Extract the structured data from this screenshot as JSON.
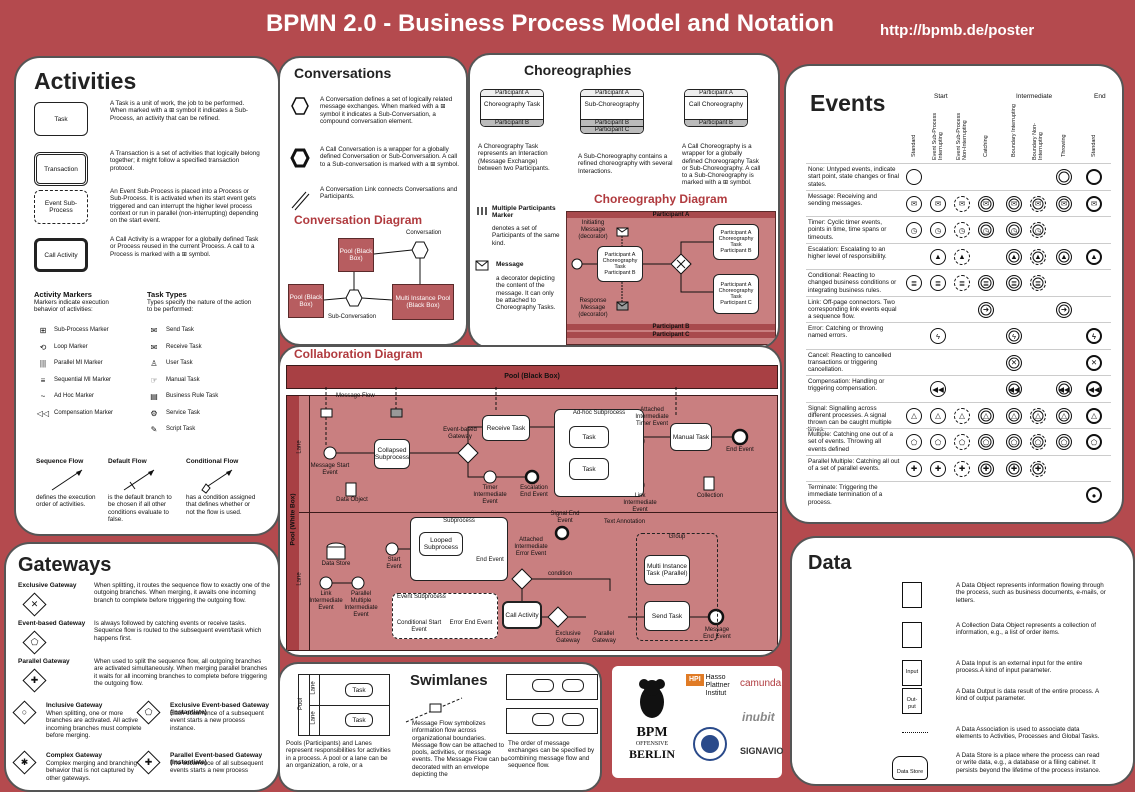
{
  "header": {
    "title": "BPMN 2.0 - Business Process Model and Notation",
    "url": "http://bpmb.de/poster"
  },
  "activities": {
    "title": "Activities",
    "items": [
      {
        "shape": "Task",
        "desc": "A Task is a unit of work, the job to be performed. When marked with a ⊞ symbol it indicates a Sub-Process, an activity that can be refined."
      },
      {
        "shape": "Transaction",
        "desc": "A Transaction is a set of activities that logically belong together; it might follow a specified transaction protocol."
      },
      {
        "shape": "Event Sub-Process",
        "desc": "An Event Sub-Process is placed into a Process or Sub-Process. It is activated when its start event gets triggered and can interrupt the higher level process context or run in parallel (non-interrupting) depending on the start event."
      },
      {
        "shape": "Call Activity",
        "desc": "A Call Activity is a wrapper for a globally defined Task or Process reused in the current Process. A call to a Process is marked with a ⊞ symbol."
      }
    ],
    "markers_title": "Activity Markers",
    "markers_desc": "Markers indicate execution behavior of activities:",
    "markers": [
      "Sub-Process Marker",
      "Loop Marker",
      "Parallel MI Marker",
      "Sequential MI Marker",
      "Ad Hoc Marker",
      "Compensation Marker"
    ],
    "tasktypes_title": "Task Types",
    "tasktypes_desc": "Types specify the nature of the action to be performed:",
    "tasktypes": [
      "Send Task",
      "Receive Task",
      "User Task",
      "Manual Task",
      "Business Rule Task",
      "Service Task",
      "Script Task"
    ],
    "flows": [
      {
        "title": "Sequence Flow",
        "desc": "defines the execution order of activities."
      },
      {
        "title": "Default Flow",
        "desc": "is the default branch to be chosen if all other conditions evaluate to false."
      },
      {
        "title": "Conditional Flow",
        "desc": "has a condition assigned that defines whether or not the flow is used."
      }
    ]
  },
  "conversations": {
    "title": "Conversations",
    "items": [
      "A Conversation defines a set of logically related message exchanges. When marked with a ⊞ symbol it indicates a Sub-Conversation, a compound conversation element.",
      "A Call Conversation is a wrapper for a globally defined Conversation or Sub-Conversation. A call to a Sub-conversation is marked with a ⊞ symbol.",
      "A Conversation Link connects Conversations and Participants."
    ],
    "diagram_title": "Conversation Diagram",
    "diagram": {
      "pool_black": "Pool (Black Box)",
      "conversation": "Conversation",
      "pool": "Pool (Black Box)",
      "multi_pool": "Multi Instance Pool (Black Box)",
      "sub_conv": "Sub-Conversation"
    }
  },
  "choreographies": {
    "title": "Choreographies",
    "items": [
      {
        "top": "Participant A",
        "mid": "Choreography Task",
        "bot": "Participant B",
        "desc": "A Choreography Task represents an Interaction (Message Exchange) between two Participants."
      },
      {
        "top": "Participant A",
        "mid": "Sub-Choreography",
        "bot": "Participant B",
        "bot2": "Participant C",
        "desc": "A Sub-Choreography contains a refined choreography with several Interactions."
      },
      {
        "top": "Participant A",
        "mid": "Call Choreography",
        "bot": "Participant B",
        "desc": "A Call Choreography is a wrapper for a globally defined Choreography Task or Sub-Choreography. A call to a Sub-Choreography is marked with a ⊞ symbol."
      }
    ],
    "mp_title": "Multiple Participants Marker",
    "mp_desc": "denotes a set of Participants of the same kind.",
    "msg_title": "Message",
    "msg_desc": "a decorator depicting the content of the message. It can only be attached to Choreography Tasks.",
    "diagram_title": "Choreography Diagram",
    "diagram": {
      "pa": "Participant A",
      "pb": "Participant B",
      "pc": "Participant C",
      "ct": "Choreography Task",
      "init": "Initiating Message (decorator)",
      "resp": "Response Message (decorator)"
    }
  },
  "collaboration": {
    "title": "Collaboration Diagram",
    "pool_black": "Pool (Black Box)",
    "pool_white": "Pool (White Box)",
    "lane": "Lane",
    "msgflow": "Message Flow",
    "labels": {
      "mse": "Message Start Event",
      "collapsed": "Collapsed Subprocess",
      "ebg": "Event-based Gateway",
      "receive": "Receive Task",
      "timer": "Timer Intermediate Event",
      "esc": "Escalation End Event",
      "adhoc": "Ad-hoc Subprocess",
      "task": "Task",
      "attached": "Attached Intermediate Timer Event",
      "manual": "Manual Task",
      "end": "End Event",
      "link": "Link Intermediate Event",
      "collection": "Collection",
      "dataobj": "Data Object",
      "datastore": "Data Store",
      "subprocess": "Subprocess",
      "looped": "Looped Subprocess",
      "start": "Start Event",
      "signal": "Signal End Event",
      "attached_err": "Attached Intermediate Error Event",
      "condition": "condition",
      "textann": "Text Annotation",
      "group": "Group",
      "mitask": "Multi Instance Task (Parallel)",
      "send": "Send Task",
      "linkint": "Link Intermediate Event",
      "pmie": "Parallel Multiple Intermediate Event",
      "evsub": "Event Subprocess",
      "cse": "Conditional Start Event",
      "eee": "Error End Event",
      "call": "Call Activity",
      "exgw": "Exclusive Gateway",
      "pargw": "Parallel Gateway",
      "msgend": "Message End Event"
    }
  },
  "events": {
    "title": "Events",
    "groups": [
      "Start",
      "Intermediate",
      "End"
    ],
    "columns": [
      "Standard",
      "Event Sub-Process Interrupting",
      "Event Sub-Process Non-Interrupting",
      "Catching",
      "Boundary Interrupting",
      "Boundary Non-Interrupting",
      "Throwing",
      "Standard"
    ],
    "rows": [
      {
        "label": "None: Untyped events, indicate start point, state changes or final states.",
        "sym": "none",
        "cells": [
          1,
          0,
          0,
          0,
          0,
          0,
          1,
          1
        ]
      },
      {
        "label": "Message: Receiving and sending messages.",
        "sym": "message",
        "cells": [
          1,
          1,
          1,
          1,
          1,
          1,
          1,
          1
        ]
      },
      {
        "label": "Timer: Cyclic timer events, points in time, time spans or timeouts.",
        "sym": "timer",
        "cells": [
          1,
          1,
          1,
          1,
          1,
          1,
          0,
          0
        ]
      },
      {
        "label": "Escalation: Escalating to an higher level of responsibility.",
        "sym": "escalation",
        "cells": [
          0,
          1,
          1,
          0,
          1,
          1,
          1,
          1
        ]
      },
      {
        "label": "Conditional: Reacting to changed business conditions or integrating business rules.",
        "sym": "conditional",
        "cells": [
          1,
          1,
          1,
          1,
          1,
          1,
          0,
          0
        ]
      },
      {
        "label": "Link: Off-page connectors. Two corresponding link events equal a sequence flow.",
        "sym": "link",
        "cells": [
          0,
          0,
          0,
          1,
          0,
          0,
          1,
          0
        ]
      },
      {
        "label": "Error: Catching or throwing named errors.",
        "sym": "error",
        "cells": [
          0,
          1,
          0,
          0,
          1,
          0,
          0,
          1
        ]
      },
      {
        "label": "Cancel: Reacting to cancelled transactions or triggering cancellation.",
        "sym": "cancel",
        "cells": [
          0,
          0,
          0,
          0,
          1,
          0,
          0,
          1
        ]
      },
      {
        "label": "Compensation: Handling or triggering compensation.",
        "sym": "compensation",
        "cells": [
          0,
          1,
          0,
          0,
          1,
          0,
          1,
          1
        ]
      },
      {
        "label": "Signal: Signalling across different processes. A signal thrown can be caught multiple times.",
        "sym": "signal",
        "cells": [
          1,
          1,
          1,
          1,
          1,
          1,
          1,
          1
        ]
      },
      {
        "label": "Multiple: Catching one out of a set of events. Throwing all events defined",
        "sym": "multiple",
        "cells": [
          1,
          1,
          1,
          1,
          1,
          1,
          1,
          1
        ]
      },
      {
        "label": "Parallel Multiple: Catching all out of a set of parallel events.",
        "sym": "parallel",
        "cells": [
          1,
          1,
          1,
          1,
          1,
          1,
          0,
          0
        ]
      },
      {
        "label": "Terminate: Triggering the immediate termination of a process.",
        "sym": "terminate",
        "cells": [
          0,
          0,
          0,
          0,
          0,
          0,
          0,
          1
        ]
      }
    ]
  },
  "gateways": {
    "title": "Gateways",
    "items": [
      {
        "title": "Exclusive Gateway",
        "desc": "When splitting, it routes the sequence flow to exactly one of the outgoing branches. When merging, it awaits one incoming branch to complete before triggering the outgoing flow."
      },
      {
        "title": "Event-based Gateway",
        "desc": "Is always followed by catching events or receive tasks. Sequence flow is routed to the subsequent event/task which happens first."
      },
      {
        "title": "Parallel Gateway",
        "desc": "When used to split the sequence flow, all outgoing branches are activated simultaneously. When merging parallel branches it waits for all incoming branches to complete before triggering the outgoing flow."
      },
      {
        "title": "Inclusive Gateway",
        "desc": "When splitting, one or more branches are activated. All active incoming branches must complete before merging."
      },
      {
        "title": "Exclusive Event-based Gateway (instantiate)",
        "desc": "Each occurrence of a subsequent event starts a new process instance."
      },
      {
        "title": "Complex Gateway",
        "desc": "Complex merging and branching behavior that is not captured by other gateways."
      },
      {
        "title": "Parallel Event-based Gateway (instantiate)",
        "desc": "The occurrence of all subsequent events starts a new process"
      }
    ]
  },
  "swimlanes": {
    "title": "Swimlanes",
    "task": "Task",
    "lane": "Lane",
    "pool": "Pool",
    "p1": "Pools (Participants) and Lanes represent responsibilities for activities in a process. A pool or a lane can be an organization, a role, or a",
    "p2": "Message Flow symbolizes information flow across organizational boundaries. Message flow can be attached to pools, activities, or message events. The Message Flow can be decorated with an envelope depicting the",
    "p3": "The order of message exchanges can be specified by combining message flow and sequence flow."
  },
  "data": {
    "title": "Data",
    "items": [
      {
        "label": "",
        "desc": "A Data Object represents information flowing through the process, such as business documents, e-mails, or letters."
      },
      {
        "label": "",
        "desc": "A Collection Data Object represents a collection of information, e.g., a list of order items."
      },
      {
        "label": "Input",
        "desc": "A Data Input is an external input for the entire process.A kind of input parameter."
      },
      {
        "label": "Out-put",
        "desc": "A Data Output is data result of the entire process. A kind of output parameter."
      },
      {
        "label": "",
        "desc": "A Data Association is used to associate data elements to Activities, Processes and Global Tasks."
      },
      {
        "label": "Data Store",
        "desc": "A Data Store is a place where the process can read or write data, e.g., a database or a filing cabinet. It persists beyond the lifetime of the process instance."
      }
    ]
  },
  "logos": {
    "bpm": "BPM",
    "offensive": "OFFENSIVE",
    "berlin": "BERLIN",
    "hpi1": "Hasso",
    "hpi2": "Plattner",
    "hpi3": "Institut",
    "hpi_badge": "HPI",
    "camunda": "camunda",
    "inubit": "inubit",
    "signavio": "SIGNAVIO"
  },
  "colors": {
    "accent": "#b03a3e",
    "pool_fill": "#c97f80",
    "bg": "#b44a4e"
  }
}
